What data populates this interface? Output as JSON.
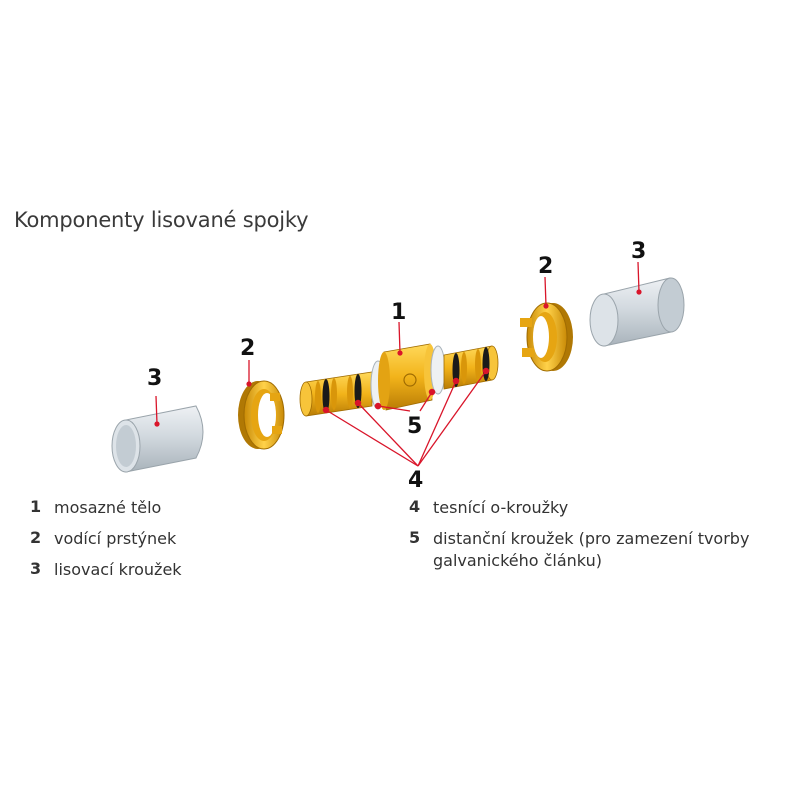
{
  "title": "Komponenty lisované spojky",
  "callouts": {
    "body": "1",
    "guide_ring_left": "2",
    "guide_ring_right": "2",
    "press_sleeve_left": "3",
    "press_sleeve_right": "3",
    "orings": "4",
    "spacer": "5"
  },
  "legend_left": [
    {
      "num": "1",
      "text": "mosazné tělo"
    },
    {
      "num": "2",
      "text": "vodící prstýnek"
    },
    {
      "num": "3",
      "text": "lisovací kroužek"
    }
  ],
  "legend_right": [
    {
      "num": "4",
      "text": "tesnící o-kroužky"
    },
    {
      "num": "5",
      "text": "distanční kroužek (pro zamezení tvorby galvanického článku)"
    }
  ],
  "colors": {
    "brass": "#f2b31a",
    "brass_dark": "#c98a06",
    "sleeve": "#cfd6dc",
    "oring": "#1a1a1a",
    "spacer": "#e8ecef",
    "marker": "#d9152a"
  }
}
